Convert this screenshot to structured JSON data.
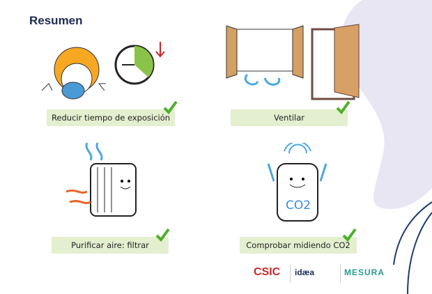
{
  "title": "Resumen",
  "items": [
    {
      "label": "Reducir tiempo de exposición",
      "icon": "child-mask-clock-icon"
    },
    {
      "label": "Ventilar",
      "icon": "window-door-icon"
    },
    {
      "label": "Purificar aire: filtrar",
      "icon": "air-purifier-icon"
    },
    {
      "label": "Comprobar midiendo CO2",
      "icon": "co2-meter-icon"
    }
  ],
  "device_text": "CO2",
  "logos": {
    "csic": "CSIC",
    "idaea": "idæa",
    "mesura": "MESURA"
  },
  "colors": {
    "title": "#1d2b4f",
    "label_bg": "#e4efcf",
    "check": "#4caf2a",
    "blob": "#e8e6f3",
    "accent_line": "#1d3a6e"
  }
}
